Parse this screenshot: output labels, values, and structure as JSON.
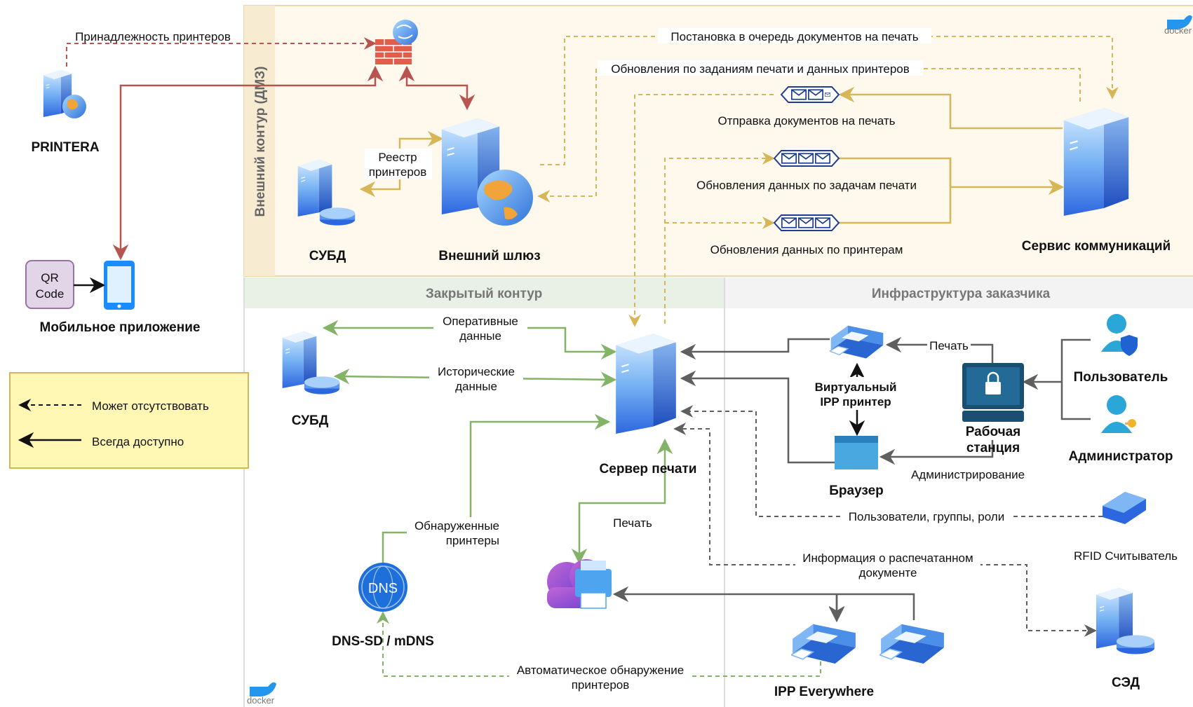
{
  "zones": {
    "dmz": "Внешний контур (ДМЗ)",
    "closed": "Закрытый контур",
    "customer": "Инфраструктура заказчика"
  },
  "nodes": {
    "printera": "PRINTERA",
    "qr_line1": "QR",
    "qr_line2": "Code",
    "mobile_app": "Мобильное приложение",
    "dbms_dmz": "СУБД",
    "external_gateway": "Внешний шлюз",
    "comm_service": "Сервис коммуникаций",
    "dbms_closed": "СУБД",
    "print_server": "Сервер печати",
    "dns_badge": "DNS",
    "dns": "DNS-SD / mDNS",
    "virtual_ipp_line1": "Виртуальный",
    "virtual_ipp_line2": "IPP принтер",
    "browser": "Браузер",
    "workstation_line1": "Рабочая",
    "workstation_line2": "станция",
    "user": "Пользователь",
    "admin": "Администратор",
    "rfid": "RFID Считыватель",
    "sed": "СЭД",
    "ipp_everywhere": "IPP Everywhere",
    "docker": "docker"
  },
  "edges": {
    "printer_ownership": "Принадлежность принтеров",
    "queue_docs": "Постановка в очередь документов на печать",
    "updates_jobs_printers": "Обновления по заданиям печати и данных принтеров",
    "send_docs": "Отправка документов на печать",
    "job_updates": "Обновления данных по задачам печати",
    "printer_updates": "Обновления данных по принтерам",
    "registry_line1": "Реестр",
    "registry_line2": "принтеров",
    "operational_line1": "Оперативные",
    "operational_line2": "данные",
    "historical_line1": "Исторические",
    "historical_line2": "данные",
    "print_ws": "Печать",
    "administration": "Администрирование",
    "users_groups_roles": "Пользователи, группы, роли",
    "printed_info_line1": "Информация о распечатанном",
    "printed_info_line2": "документе",
    "discovered_line1": "Обнаруженные",
    "discovered_line2": "принтеры",
    "print_cloud": "Печать",
    "auto_discovery_line1": "Автоматическое обнаружение",
    "auto_discovery_line2": "принтеров"
  },
  "legend": {
    "may_be_absent": "Может отсутствовать",
    "always_available": "Всегда доступно"
  },
  "colors": {
    "gold": "#d6b656",
    "green": "#82b366",
    "red": "#b85450",
    "gray": "#5f5f5f",
    "black": "#111111",
    "dmz_fill": "#fff8ed",
    "dmz_border": "#e8d9a8",
    "dmz_strip": "#f7ecd2",
    "closed_header": "#e9f1e7",
    "customer_header": "#f3f3f3",
    "legend_fill": "#fff7b3",
    "legend_border": "#d6b656",
    "qr_fill": "#e1d5e7",
    "qr_border": "#9673a6",
    "server_blue": "#3f7be8"
  }
}
